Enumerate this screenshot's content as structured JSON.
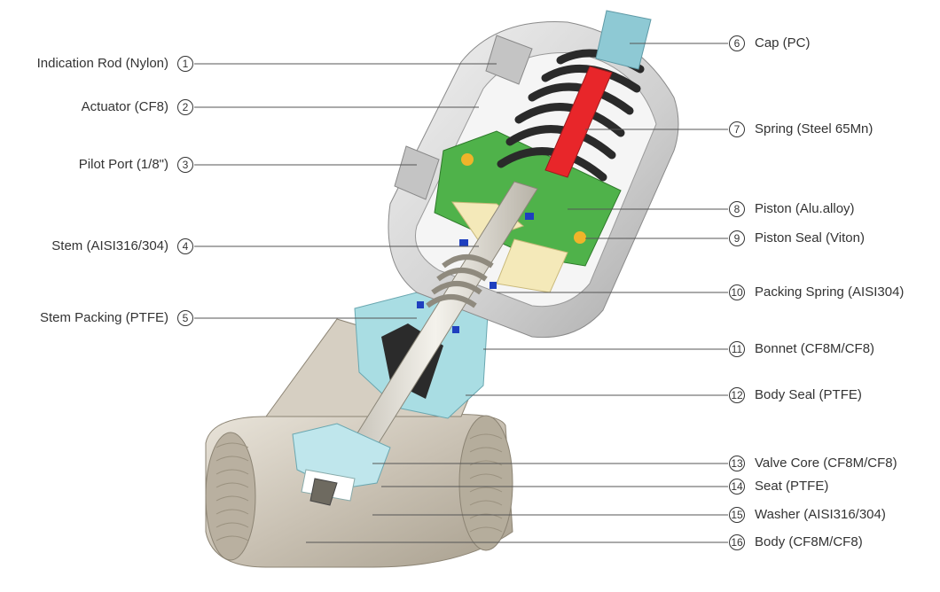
{
  "callouts_left": [
    {
      "num": "1",
      "label": "Indication Rod (Nylon)"
    },
    {
      "num": "2",
      "label": "Actuator (CF8)"
    },
    {
      "num": "3",
      "label": "Pilot Port (1/8\")"
    },
    {
      "num": "4",
      "label": "Stem (AISI316/304)"
    },
    {
      "num": "5",
      "label": "Stem Packing (PTFE)"
    }
  ],
  "callouts_right": [
    {
      "num": "6",
      "label": "Cap (PC)"
    },
    {
      "num": "7",
      "label": "Spring (Steel 65Mn)"
    },
    {
      "num": "8",
      "label": "Piston (Alu.alloy)"
    },
    {
      "num": "9",
      "label": "Piston Seal (Viton)"
    },
    {
      "num": "10",
      "label": "Packing Spring (AISI304)"
    },
    {
      "num": "11",
      "label": "Bonnet (CF8M/CF8)"
    },
    {
      "num": "12",
      "label": "Body Seal (PTFE)"
    },
    {
      "num": "13",
      "label": "Valve Core (CF8M/CF8)"
    },
    {
      "num": "14",
      "label": "Seat (PTFE)"
    },
    {
      "num": "15",
      "label": "Washer (AISI316/304)"
    },
    {
      "num": "16",
      "label": "Body (CF8M/CF8)"
    }
  ],
  "colors": {
    "body": "#cfc8bb",
    "actuator": "#d9d9d9",
    "piston": "#4fb24a",
    "bonnet": "#a9dde3",
    "stem": "#e4e1da",
    "spring": "#2a2a2a",
    "indication_rod": "#e8262a",
    "cap": "#8ec9d4",
    "packing": "#f4e9b9",
    "seal": "#1f3fbf"
  }
}
